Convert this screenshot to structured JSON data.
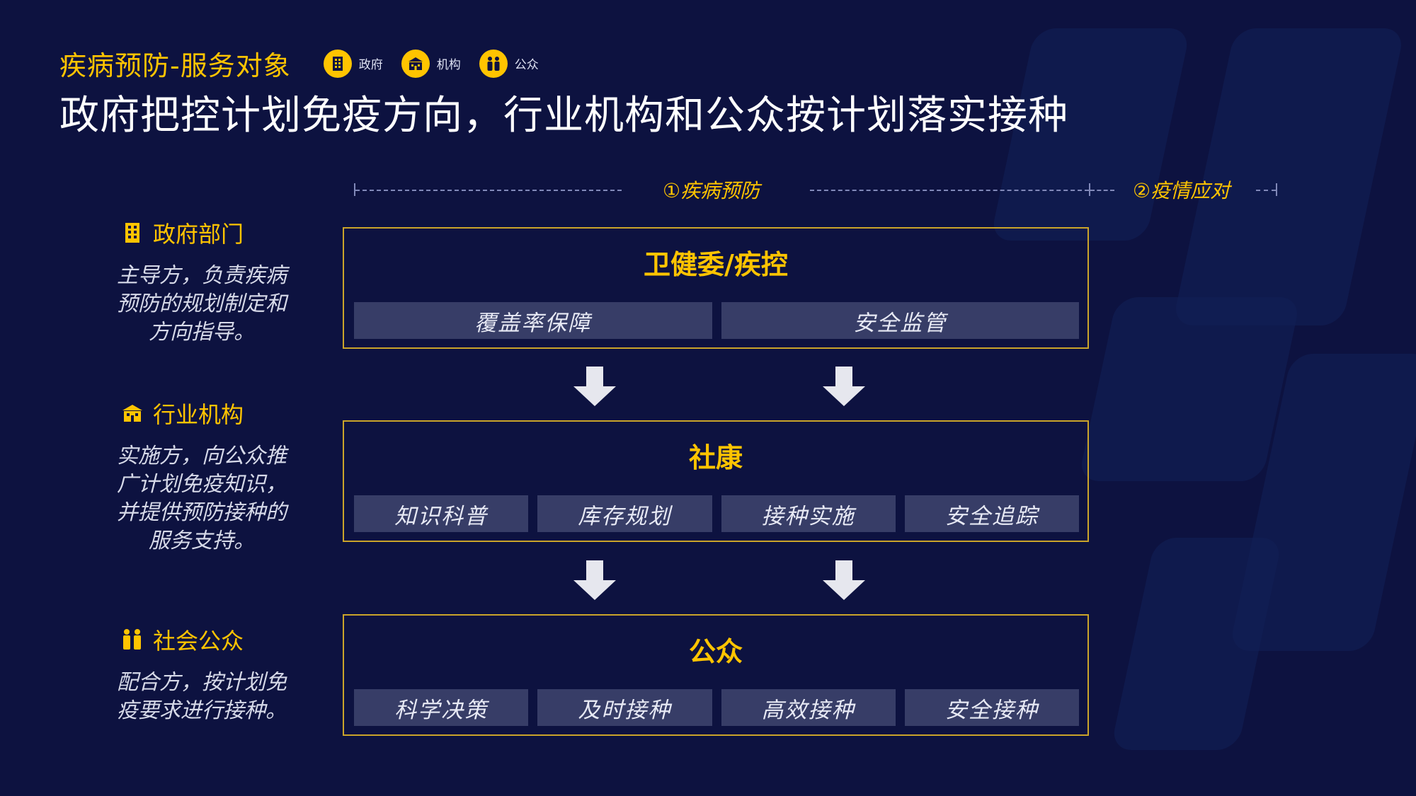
{
  "header": {
    "subtitle": "疾病预防-服务对象",
    "title": "政府把控计划免疫方向，行业机构和公众按计划落实接种",
    "legend": [
      {
        "icon": "government-building-icon",
        "label": "政府"
      },
      {
        "icon": "institution-building-icon",
        "label": "机构"
      },
      {
        "icon": "people-icon",
        "label": "公众"
      }
    ]
  },
  "timeline": {
    "stage1": "①疾病预防",
    "stage2": "②疫情应对"
  },
  "roles": [
    {
      "icon": "government-building-icon",
      "title": "政府部门",
      "desc_lines": [
        "主导方，负责疾病",
        "预防的规划制定和",
        "方向指导。"
      ]
    },
    {
      "icon": "institution-building-icon",
      "title": "行业机构",
      "desc_lines": [
        "实施方，向公众推",
        "广计划免疫知识，",
        "并提供预防接种的",
        "服务支持。"
      ]
    },
    {
      "icon": "people-icon",
      "title": "社会公众",
      "desc_lines": [
        "配合方，按计划免",
        "疫要求进行接种。"
      ]
    }
  ],
  "boxes": [
    {
      "title": "卫健委/疾控",
      "items": [
        "覆盖率保障",
        "安全监管"
      ]
    },
    {
      "title": "社康",
      "items": [
        "知识科普",
        "库存规划",
        "接种实施",
        "安全追踪"
      ]
    },
    {
      "title": "公众",
      "items": [
        "科学决策",
        "及时接种",
        "高效接种",
        "安全接种"
      ]
    }
  ],
  "colors": {
    "background": "#0d1240",
    "accent": "#ffc400",
    "chip": "#373d67",
    "border": "#caa42a"
  }
}
